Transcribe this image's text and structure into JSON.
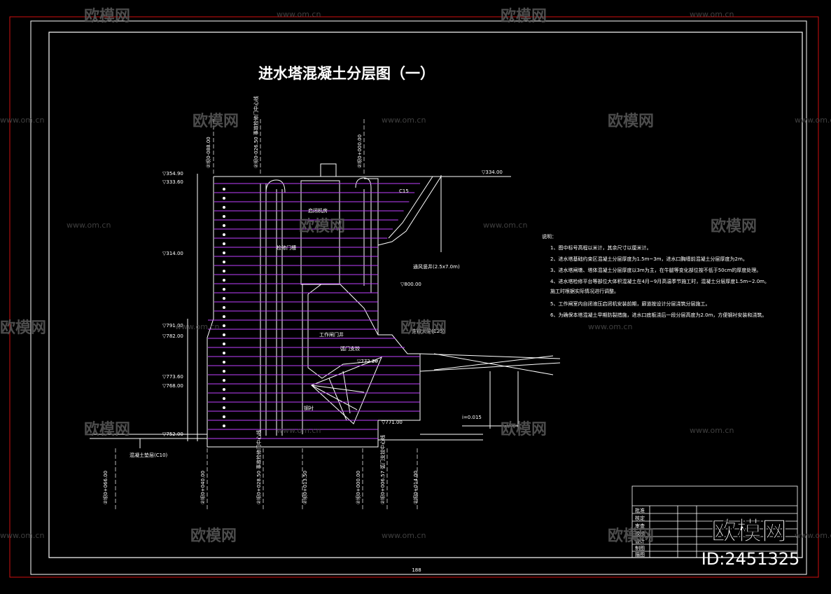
{
  "drawing": {
    "title": "进水塔混凝土分层图（一）",
    "concrete_grade_top": "C15",
    "top_elevation_label": "▽334.00",
    "page_number": "188"
  },
  "column_labels_top": [
    {
      "id": "col-top-1",
      "text": "②坝0-088.00"
    },
    {
      "id": "col-top-2",
      "text": "②坝0-026.50  事故检修门中心线"
    },
    {
      "id": "col-top-3",
      "text": "②坝0+000.00"
    }
  ],
  "column_labels_bottom": [
    {
      "id": "col-bot-1",
      "text": "②坝0+066.00"
    },
    {
      "id": "col-bot-2",
      "text": "②坝0+040.00"
    },
    {
      "id": "col-bot-3",
      "text": "②坝0+028.50  事故检修门中心线"
    },
    {
      "id": "col-bot-4",
      "text": "②坝0+013.50"
    },
    {
      "id": "col-bot-5",
      "text": "②坝0+000.00"
    },
    {
      "id": "col-bot-6",
      "text": "②坝0+006.57  弧门支铰中心线"
    },
    {
      "id": "col-bot-7",
      "text": "②坝0+014.00"
    }
  ],
  "left_elevations": [
    "▽354.90",
    "▽333.60",
    "▽314.00",
    "▽791.00",
    "▽782.00",
    "▽773.60",
    "▽768.00",
    "▽752.00"
  ],
  "structure_labels": {
    "room": "启闭机房",
    "shaft": "检修门槽",
    "vent": "通风竖井(2.5x7.0m)",
    "gate": "工作闸门井",
    "arc_gate": "弧门支铰",
    "trunnion": "支铰大梁(C25)",
    "rebar": "钢衬",
    "slope": "i=0.015",
    "base_label": "混凝土垫层(C10)",
    "elev_right": "▽800.00",
    "elev_mid": "▽772.20",
    "elev_bottom": "▽771.00"
  },
  "notes": {
    "heading": "说明：",
    "items": [
      "1、图中标号高程以米计，其余尺寸以厘米计。",
      "2、进水塔基础约束区混凝土分层厚度为1.5m~3m，进水口胸墙前混凝土分层厚度为2m。",
      "3、进水塔闸墩、塔体混凝土分层厚度以3m为主，在牛腿等变化部位按不低于50cm的厚度处理。",
      "4、进水塔检修平台等部位大体积混凝土在4月~9月高温季节施工时，混凝土分层厚度1.5m~2.0m。",
      "   施工时根据实际情况进行调整。",
      "5、工作闸室内自闭液压启闭机安装前期，廊道按设计分层浇筑分层施工。",
      "6、为确保本塔混凝土早期防裂措施，进水口底板浇后一段分层高度为2.0m，方便钢衬安装和浇筑。"
    ]
  },
  "title_block": {
    "rows": [
      "批准",
      "核定",
      "审查",
      "校核",
      "设计",
      "制图",
      "描图"
    ],
    "watermark_logo": "欧模网",
    "id_text": "ID:2451325"
  },
  "watermarks": {
    "brand": "欧模网",
    "url": "www.om.cn"
  },
  "colors": {
    "background": "#000000",
    "lines": "#ffffff",
    "layers": "#c040ff",
    "frame_red": "#d01010",
    "watermark": "#5a5a5a"
  }
}
